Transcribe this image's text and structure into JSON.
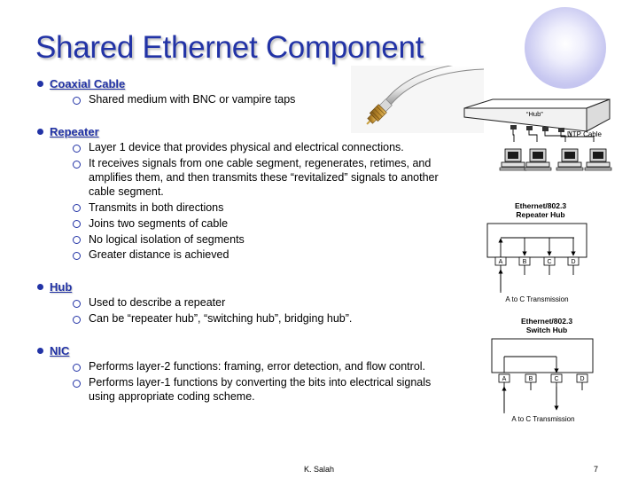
{
  "slide": {
    "title": "Shared Ethernet Component",
    "sections": [
      {
        "heading": "Coaxial Cable",
        "items": [
          "Shared medium with BNC or vampire taps"
        ]
      },
      {
        "heading": "Repeater",
        "items": [
          "Layer 1 device that provides physical and electrical connections.",
          "It receives signals from one cable segment, regenerates, retimes, and amplifies them, and then transmits these “revitalized” signals to another cable segment.",
          "Transmits in both directions",
          "Joins two segments of cable",
          "No logical isolation of segments",
          "Greater distance is achieved"
        ]
      },
      {
        "heading": "Hub",
        "items": [
          "Used to describe a repeater",
          "Can be “repeater hub”, “switching hub”, bridging hub”."
        ]
      },
      {
        "heading": "NIC",
        "items": [
          "Performs layer-2 functions: framing, error detection, and flow control.",
          "Performs layer-1 functions by converting the bits into electrical signals using appropriate coding scheme."
        ]
      }
    ],
    "footer": {
      "author": "K. Salah",
      "page": "7"
    }
  },
  "hub_figure": {
    "hub_label": "“Hub”",
    "cable_label": "UTP Cable"
  },
  "repeater_diagram": {
    "title_line1": "Ethernet/802.3",
    "title_line2": "Repeater Hub",
    "ports": [
      "A",
      "B",
      "C",
      "D"
    ],
    "caption": "A to C Transmission"
  },
  "switch_diagram": {
    "title_line1": "Ethernet/802.3",
    "title_line2": "Switch Hub",
    "ports": [
      "A",
      "B",
      "C",
      "D"
    ],
    "caption": "A to C Transmission"
  },
  "colors": {
    "title": "#2233a6",
    "bullet": "#2233a6",
    "text": "#000000"
  }
}
